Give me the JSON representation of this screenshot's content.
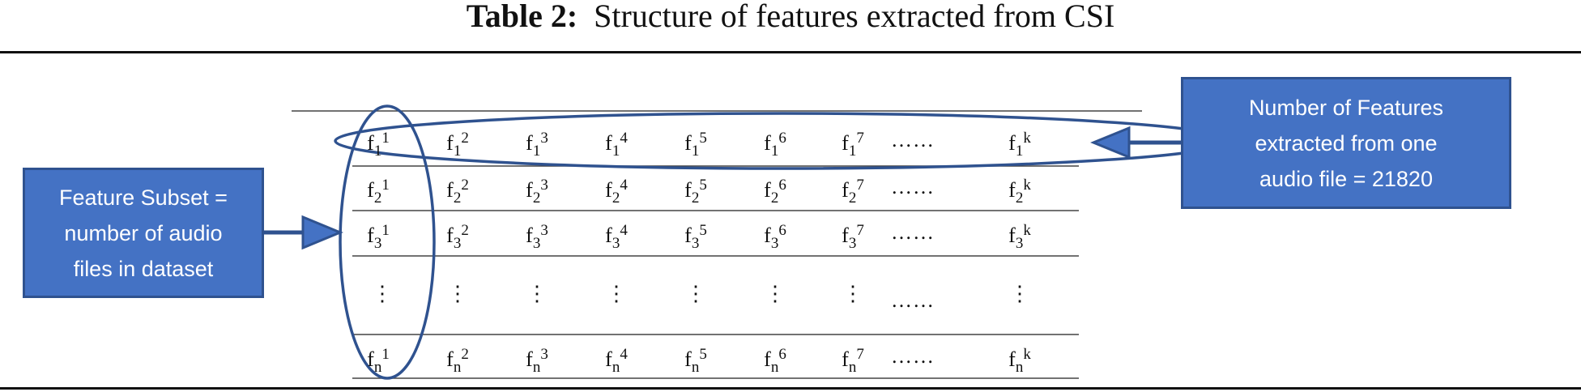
{
  "caption": {
    "label": "Table 2:",
    "text": "Structure of features extracted from CSI"
  },
  "table": {
    "rows": [
      {
        "sub": "1",
        "cells": [
          "1",
          "2",
          "3",
          "4",
          "5",
          "6",
          "7"
        ],
        "ellipsis": "……",
        "last": "k"
      },
      {
        "sub": "2",
        "cells": [
          "1",
          "2",
          "3",
          "4",
          "5",
          "6",
          "7"
        ],
        "ellipsis": "……",
        "last": "k"
      },
      {
        "sub": "3",
        "cells": [
          "1",
          "2",
          "3",
          "4",
          "5",
          "6",
          "7"
        ],
        "ellipsis": "……",
        "last": "k"
      },
      {
        "sub": "n",
        "cells": [
          "1",
          "2",
          "3",
          "4",
          "5",
          "6",
          "7"
        ],
        "ellipsis": "……",
        "last": "k"
      }
    ],
    "base": "f",
    "vdots": "⋮",
    "ellipsis_row": "……"
  },
  "callouts": {
    "left": {
      "lines": [
        "Feature Subset =",
        "number of audio",
        "files in dataset"
      ]
    },
    "right": {
      "lines": [
        "Number of Features",
        "extracted from one",
        "audio file = 21820"
      ]
    }
  },
  "colors": {
    "callout_fill": "#4472c4",
    "callout_border": "#2f528f",
    "ellipse": "#2f528f"
  }
}
